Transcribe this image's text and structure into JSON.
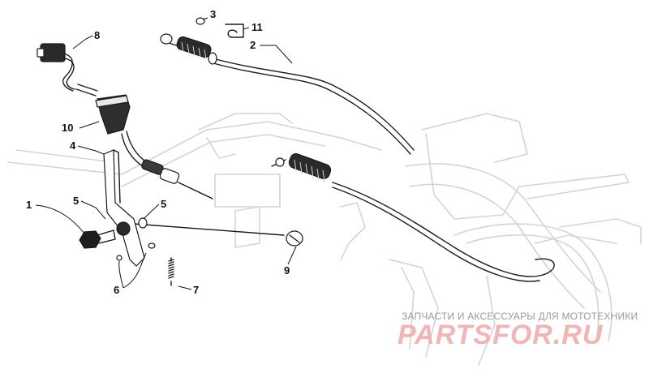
{
  "callouts": [
    {
      "id": "1",
      "label": "1"
    },
    {
      "id": "2",
      "label": "2"
    },
    {
      "id": "3",
      "label": "3"
    },
    {
      "id": "4",
      "label": "4"
    },
    {
      "id": "5a",
      "label": "5"
    },
    {
      "id": "5b",
      "label": "5"
    },
    {
      "id": "6",
      "label": "6"
    },
    {
      "id": "7",
      "label": "7"
    },
    {
      "id": "8",
      "label": "8"
    },
    {
      "id": "9",
      "label": "9"
    },
    {
      "id": "10",
      "label": "10"
    },
    {
      "id": "11",
      "label": "11"
    }
  ],
  "watermark": {
    "tagline": "ЗАПЧАСТИ И АКСЕССУАРЫ ДЛЯ МОТОТЕХНИКИ",
    "logo": "PARTSFOR.RU",
    "logo_color": "#f2b4b4"
  }
}
